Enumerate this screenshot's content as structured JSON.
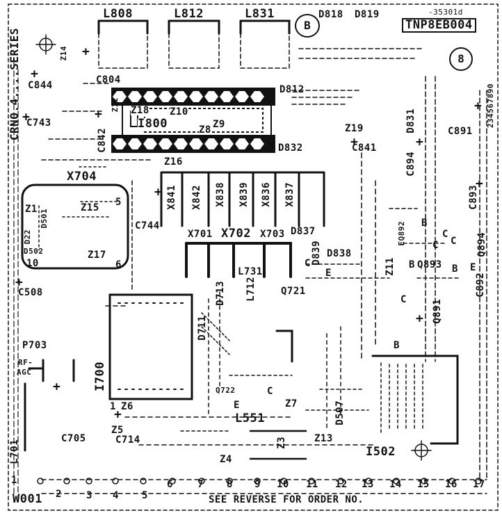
{
  "board_marking": "TNP8EB004",
  "corner_code": "-35301d",
  "series": "CRNO.4....SERIES",
  "vertical_code": "234567890",
  "reverse_note": "SEE REVERSE FOR ORDER NO.",
  "circle_marks": [
    "B",
    "8"
  ],
  "ground_pad": "W001",
  "pin_numbers": [
    "1",
    "2",
    "3",
    "4",
    "5",
    "6",
    "7",
    "8",
    "9",
    "10",
    "11",
    "12",
    "13",
    "14",
    "15",
    "16",
    "17"
  ],
  "labels": {
    "L808": "L808",
    "L812": "L812",
    "L831": "L831",
    "D818": "D818",
    "D819": "D819",
    "Z14": "Z14",
    "C844": "C844",
    "C804": "C804",
    "D812": "D812",
    "Z12": "Z12",
    "Z18": "Z18",
    "Z10": "Z10",
    "I800": "I800",
    "Z8": "Z8",
    "Z9": "Z9",
    "C743": "C743",
    "C842": "C842",
    "D832": "D832",
    "Z19": "Z19",
    "D831": "D831",
    "C891": "C891",
    "C841": "C841",
    "C894": "C894",
    "Z16": "Z16",
    "X704": "X704",
    "X841": "X841",
    "X842": "X842",
    "X838": "X838",
    "X839": "X839",
    "X836": "X836",
    "X837": "X837",
    "Z1": "Z1",
    "D501": "D501",
    "Z15": "Z15",
    "pin5": "5",
    "D22": "D22",
    "D502": "D502",
    "pin10": "10",
    "Z17": "Z17",
    "pin6": "6",
    "C744": "C744",
    "X701": "X701",
    "X702": "X702",
    "X703": "X703",
    "D837": "D837",
    "D839": "D839",
    "D838": "D838",
    "C893": "C893",
    "Q894": "Q894",
    "C892": "C892",
    "EQ892": "EQ892",
    "Z11": "Z11",
    "L731": "L731",
    "Q893": "Q893",
    "B1": "B",
    "B2": "B",
    "B3": "B",
    "B4": "B",
    "C1": "C",
    "C2": "C",
    "C3": "C",
    "C4": "C",
    "C5": "C",
    "E1": "E",
    "E2": "E",
    "E3": "E",
    "C508": "C508",
    "P703": "P703",
    "RF": "RF-",
    "AGC": "AGC",
    "D713": "D713",
    "D711": "D711",
    "L712": "L712",
    "Q721": "Q721",
    "I700": "I700",
    "Q891": "Q891",
    "Q722": "Q722",
    "D507": "D507",
    "Z6": "Z6",
    "pin1": "1",
    "Z7": "Z7",
    "L551": "L551",
    "Z5": "Z5",
    "C714": "C714",
    "C705": "C705",
    "Z13": "Z13",
    "Z3": "Z3",
    "I502": "I502",
    "Z4": "Z4",
    "L701": "L701"
  }
}
